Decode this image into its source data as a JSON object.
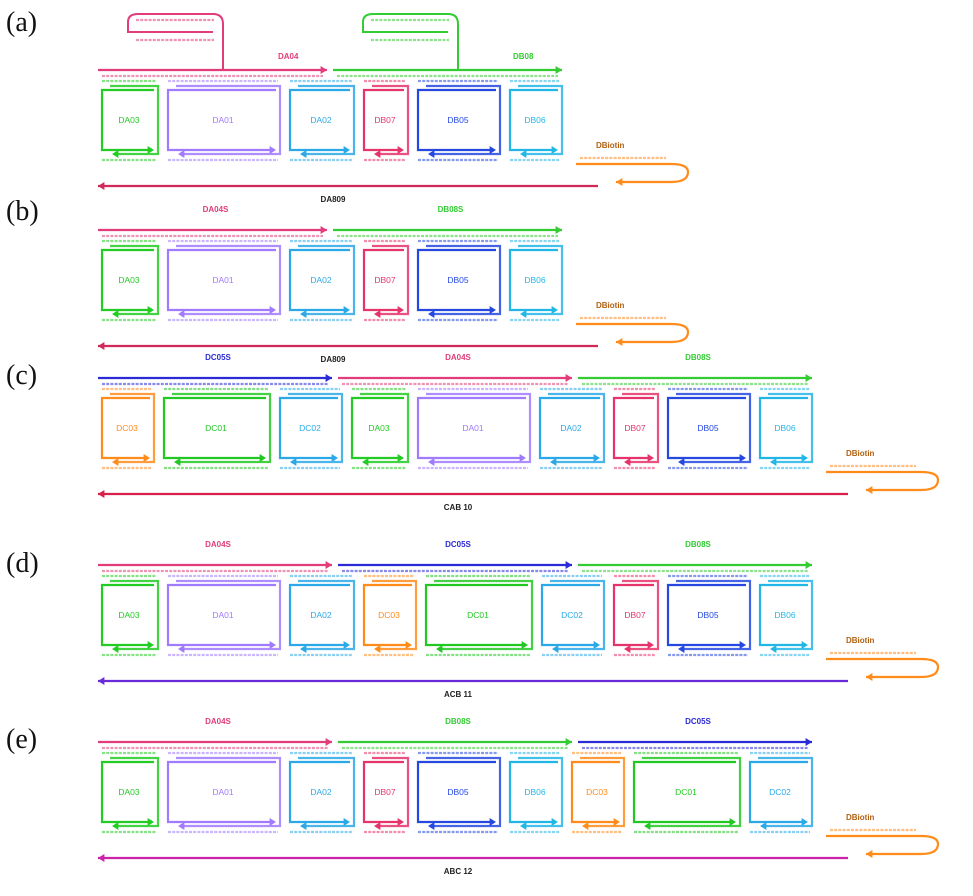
{
  "panel_labels": [
    "(a)",
    "(b)",
    "(c)",
    "(d)",
    "(e)"
  ],
  "colors": {
    "DA03": "#22cc22",
    "DA01": "#a07aff",
    "DA02": "#2aa8e8",
    "DB07": "#e6336b",
    "DB05": "#2448e0",
    "DB06": "#22b6e6",
    "DC03": "#ff8c1a",
    "DC01": "#22c822",
    "DC02": "#2aa8e8",
    "DA04": "#e23c7a",
    "DB08": "#33cc33",
    "DC05": "#2a2ad6",
    "DBiotin": "#ff8c1a",
    "reporter_a": "#d02a5a",
    "reporter_c": "#d8204a",
    "reporter_d": "#6a2ad8",
    "reporter_e": "#cc22aa"
  },
  "panels": [
    {
      "label": "(a)",
      "tiles": [
        "DA03",
        "DA01",
        "DA02",
        "DB07",
        "DB05",
        "DB06"
      ],
      "top_inputs": [
        {
          "name": "DA04",
          "color": "#e23c7a",
          "hairpin": true
        },
        {
          "name": "DB08",
          "color": "#33cc33",
          "hairpin": true
        }
      ],
      "biotin": "DBiotin",
      "reporter": "DA809",
      "reporter_color": "#d02a5a"
    },
    {
      "label": "(b)",
      "tiles": [
        "DA03",
        "DA01",
        "DA02",
        "DB07",
        "DB05",
        "DB06"
      ],
      "top_inputs": [
        {
          "name": "DA04S",
          "color": "#e23c7a",
          "hairpin": false
        },
        {
          "name": "DB08S",
          "color": "#33cc33",
          "hairpin": false
        }
      ],
      "biotin": "DBiotin",
      "reporter": "DA809",
      "reporter_color": "#d02a5a"
    },
    {
      "label": "(c)",
      "tiles": [
        "DC03",
        "DC01",
        "DC02",
        "DA03",
        "DA01",
        "DA02",
        "DB07",
        "DB05",
        "DB06"
      ],
      "top_inputs": [
        {
          "name": "DC05S",
          "color": "#2a2ad6",
          "hairpin": false
        },
        {
          "name": "DA04S",
          "color": "#e23c7a",
          "hairpin": false
        },
        {
          "name": "DB08S",
          "color": "#33cc33",
          "hairpin": false
        }
      ],
      "biotin": "DBiotin",
      "reporter": "CAB 10",
      "reporter_color": "#d8204a"
    },
    {
      "label": "(d)",
      "tiles": [
        "DA03",
        "DA01",
        "DA02",
        "DC03",
        "DC01",
        "DC02",
        "DB07",
        "DB05",
        "DB06"
      ],
      "top_inputs": [
        {
          "name": "DA04S",
          "color": "#e23c7a",
          "hairpin": false
        },
        {
          "name": "DC05S",
          "color": "#2a2ad6",
          "hairpin": false
        },
        {
          "name": "DB08S",
          "color": "#33cc33",
          "hairpin": false
        }
      ],
      "biotin": "DBiotin",
      "reporter": "ACB 11",
      "reporter_color": "#6a2ad8"
    },
    {
      "label": "(e)",
      "tiles": [
        "DA03",
        "DA01",
        "DA02",
        "DB07",
        "DB05",
        "DB06",
        "DC03",
        "DC01",
        "DC02"
      ],
      "top_inputs": [
        {
          "name": "DA04S",
          "color": "#e23c7a",
          "hairpin": false
        },
        {
          "name": "DB08S",
          "color": "#33cc33",
          "hairpin": false
        },
        {
          "name": "DC05S",
          "color": "#2a2ad6",
          "hairpin": false
        }
      ],
      "biotin": "DBiotin",
      "reporter": "ABC 12",
      "reporter_color": "#cc22aa"
    }
  ]
}
